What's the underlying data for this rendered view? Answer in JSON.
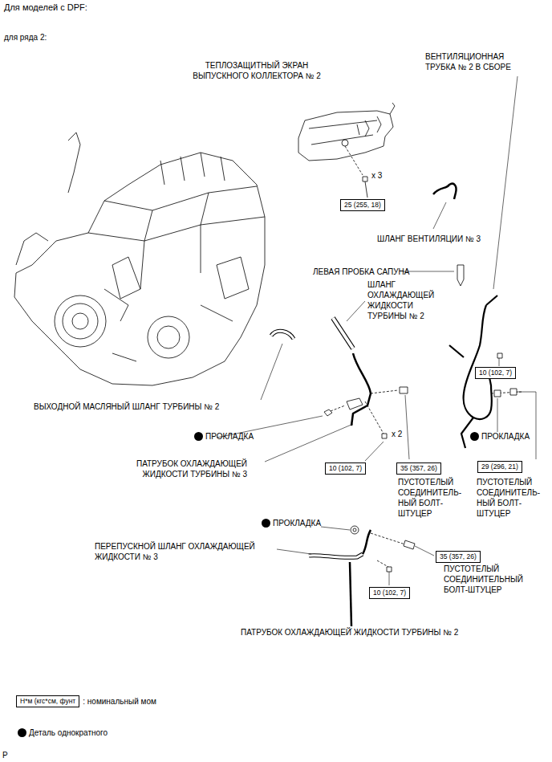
{
  "diagram": {
    "title": "Для моделей с DPF:",
    "nodes": [
      {
        "text": [
          "25 (255, 18)"
        ]
      },
      {
        "text": [
          "10 (102, 7)"
        ]
      },
      {
        "text": [
          "10 (102, 7)"
        ]
      },
      {
        "text": [
          "35 (357, 26)"
        ]
      },
      {
        "text": [
          "29 (296, 21)"
        ]
      },
      {
        "text": [
          "35 (357, 26)"
        ]
      },
      {
        "text": [
          "10 (102, 7)"
        ]
      },
      {
        "text": [
          "Н*м (кгс*см, фунт"
        ]
      }
    ],
    "labels": [
      "для ряда 2:",
      "ТЕПЛОЗАЩИТНЫЙ ЭКРАН ВЫПУСКНОГО КОЛЛЕКТОРА № 2",
      "ВЕНТИЛЯЦИОННАЯ ТРУБКА № 2 В СБОРЕ",
      "x 3",
      "ШЛАНГ ВЕНТИЛЯЦИИ № 3",
      "ЛЕВАЯ ПРОБКА САПУНА",
      "ШЛАНГ ОХЛАЖДАЮЩЕЙ ЖИДКОСТИ ТУРБИНЫ № 2",
      "ВЫХОДНОЙ МАСЛЯНЫЙ ШЛАНГ ТУРБИНЫ № 2",
      "ПРОКЛАДКА",
      "ПРОКЛАДКА",
      "x 2",
      "ПАТРУБОК ОХЛАЖДАЮЩЕЙ ЖИДКОСТИ ТУРБИНЫ № 3",
      "ПУСТОТЕЛЫЙ СОЕДИНИТЕЛЬ- НЫЙ БОЛТ-ШТУЦЕР",
      "ПУСТОТЕЛЫЙ СОЕДИНИТЕЛЬ- НЫЙ БОЛТ-ШТУЦЕР",
      "ПРОКЛАДКА",
      "ПЕРЕПУСКНОЙ ШЛАНГ ОХЛАЖДАЮЩЕЙ ЖИДКОСТИ № 3",
      "ПУСТОТЕЛЫЙ СОЕДИНИТЕЛЬНЫЙ БОЛТ-ШТУЦЕР",
      "ПАТРУБОК ОХЛАЖДАЮЩЕЙ ЖИДКОСТИ ТУРБИНЫ № 2",
      "P"
    ],
    "legend": [
      {
        "text": ": номинальный мом"
      },
      {
        "text": "Деталь однократного",
        "color": "#000000"
      }
    ]
  }
}
